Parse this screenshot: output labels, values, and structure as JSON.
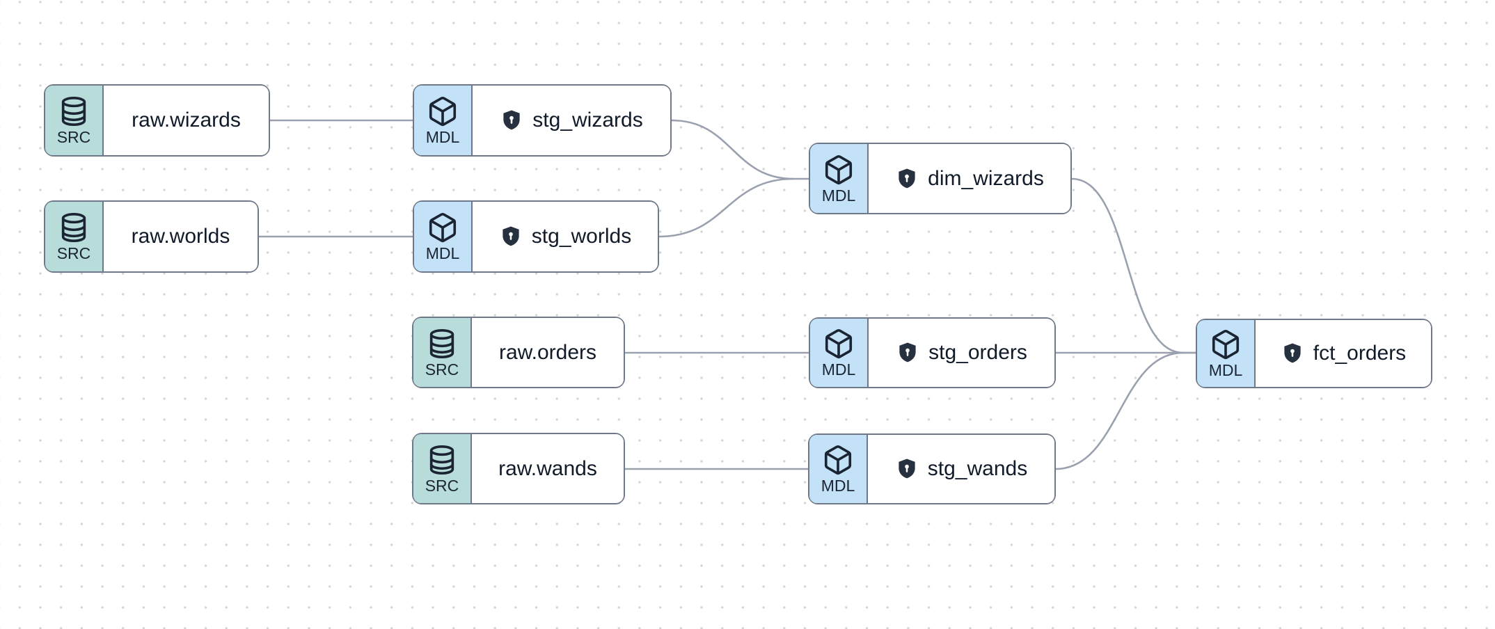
{
  "app": {
    "view": "lineage-graph"
  },
  "colors": {
    "border": "#6e7888",
    "edge": "#9aa1ae",
    "source_badge": "#b7dcd9",
    "model_badge": "#c3e2f8",
    "ink": "#1b2433",
    "shield": "#26303f",
    "dot": "#d4d4d4",
    "background": "#ffffff"
  },
  "nodes": [
    {
      "id": "raw-wizards",
      "kind": "source",
      "badge": "SRC",
      "label": "raw.wizards",
      "shield": false
    },
    {
      "id": "raw-worlds",
      "kind": "source",
      "badge": "SRC",
      "label": "raw.worlds",
      "shield": false
    },
    {
      "id": "raw-orders",
      "kind": "source",
      "badge": "SRC",
      "label": "raw.orders",
      "shield": false
    },
    {
      "id": "raw-wands",
      "kind": "source",
      "badge": "SRC",
      "label": "raw.wands",
      "shield": false
    },
    {
      "id": "stg-wizards",
      "kind": "model",
      "badge": "MDL",
      "label": "stg_wizards",
      "shield": true
    },
    {
      "id": "stg-worlds",
      "kind": "model",
      "badge": "MDL",
      "label": "stg_worlds",
      "shield": true
    },
    {
      "id": "stg-orders",
      "kind": "model",
      "badge": "MDL",
      "label": "stg_orders",
      "shield": true
    },
    {
      "id": "stg-wands",
      "kind": "model",
      "badge": "MDL",
      "label": "stg_wands",
      "shield": true
    },
    {
      "id": "dim-wizards",
      "kind": "model",
      "badge": "MDL",
      "label": "dim_wizards",
      "shield": true
    },
    {
      "id": "fct-orders",
      "kind": "model",
      "badge": "MDL",
      "label": "fct_orders",
      "shield": true
    }
  ],
  "edges": [
    {
      "from": "raw.wizards",
      "to": "stg_wizards"
    },
    {
      "from": "raw.worlds",
      "to": "stg_worlds"
    },
    {
      "from": "raw.orders",
      "to": "stg_orders"
    },
    {
      "from": "raw.wands",
      "to": "stg_wands"
    },
    {
      "from": "stg_wizards",
      "to": "dim_wizards"
    },
    {
      "from": "stg_worlds",
      "to": "dim_wizards"
    },
    {
      "from": "dim_wizards",
      "to": "fct_orders"
    },
    {
      "from": "stg_orders",
      "to": "fct_orders"
    },
    {
      "from": "stg_wands",
      "to": "fct_orders"
    }
  ]
}
